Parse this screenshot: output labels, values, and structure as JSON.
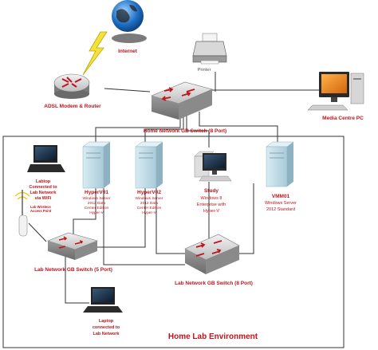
{
  "nodes": {
    "internet": "Internet",
    "printer": "Printer",
    "adsl": "ADSL Modem & Router",
    "media_pc": "Media Centre PC",
    "home_switch": "Home Network GB Switch (8 Port)",
    "laptop_wifi": [
      "Labtop",
      "Connected to",
      "Lab Network",
      "via WiFi"
    ],
    "access_point": [
      "Lab Wireless",
      "Access Point"
    ],
    "hyperv01": {
      "name": "HyperV01",
      "desc": [
        "Windows Server",
        "2012 Data",
        "Center Edition",
        "Hyper-V"
      ]
    },
    "hyperv02": {
      "name": "HyperV02",
      "desc": [
        "Windows Server",
        "2012 Data",
        "Center Edition",
        "Hyper-V"
      ]
    },
    "study": {
      "name": "Study",
      "desc": [
        "Windows 8",
        "Enterprise with",
        "Hyper-V"
      ]
    },
    "vmm01": {
      "name": "VMM01",
      "desc": [
        "Windows Server",
        "2012 Standard"
      ]
    },
    "lab_switch_5": "Lab Network GB Switch (5 Port)",
    "lab_switch_8": "Lab Network GB Switch (8 Port)",
    "laptop_wired": [
      "Laptop",
      "connected to",
      "Lab Network"
    ]
  },
  "environment_label": "Home Lab Environment",
  "colors": {
    "label": "#c0141c",
    "line": "#333333",
    "server": "#b9d6e2"
  }
}
